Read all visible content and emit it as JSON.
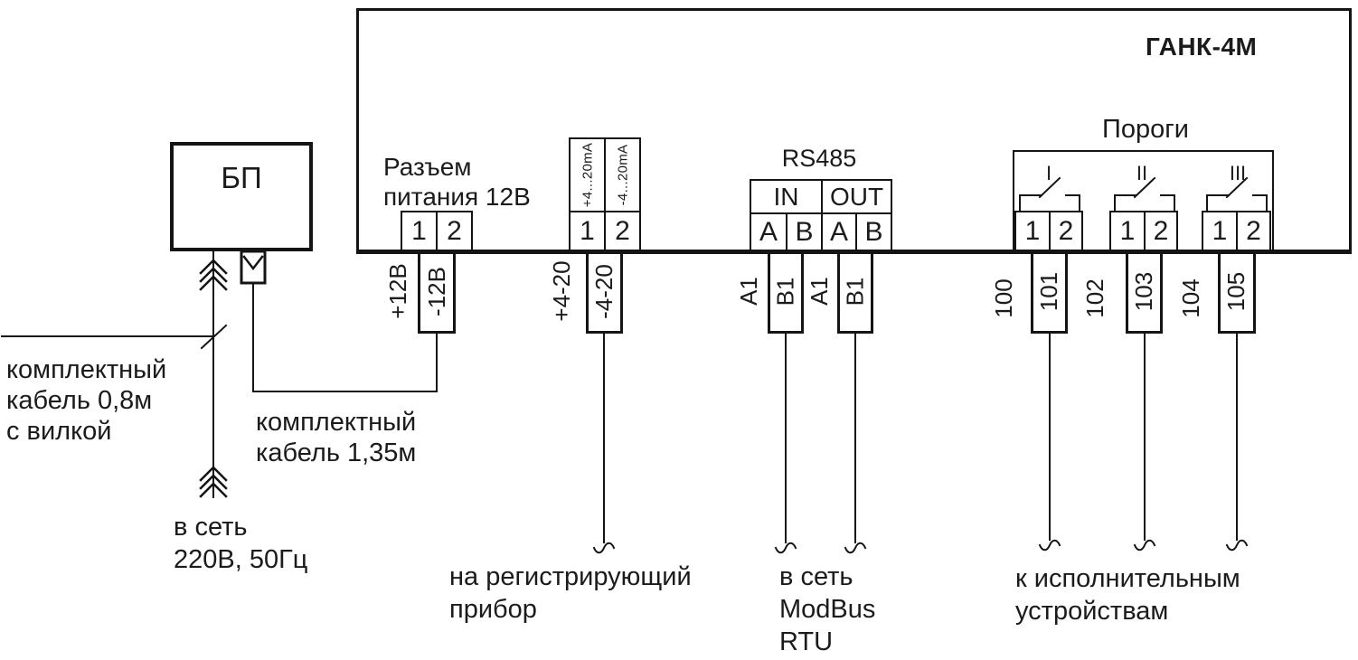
{
  "device": {
    "title": "ГАНК-4М"
  },
  "psu": {
    "label": "БП"
  },
  "power_connector": {
    "title_lines": [
      "Разъем",
      "питания 12В"
    ],
    "terminals": [
      "1",
      "2"
    ],
    "wire_labels": {
      "plus": "+12В",
      "minus": "-12В"
    }
  },
  "analog_out": {
    "column_headers": [
      "+4...20mA",
      "-4...20mA"
    ],
    "terminals": [
      "1",
      "2"
    ],
    "wire_labels": {
      "plus": "+4-20",
      "minus": "-4-20"
    },
    "note_lines": [
      "на регистрирующий",
      "прибор"
    ]
  },
  "rs485": {
    "title": "RS485",
    "ports": [
      {
        "label": "IN"
      },
      {
        "label": "OUT"
      }
    ],
    "terminals": [
      "A",
      "B"
    ],
    "wire_labels": {
      "a": "A1",
      "b": "B1"
    },
    "note_lines": [
      "в сеть",
      "ModBus",
      "RTU"
    ]
  },
  "thresholds": {
    "title": "Пороги",
    "switch_labels": [
      "I",
      "II",
      "III"
    ],
    "terminals": [
      "1",
      "2"
    ],
    "wire_labels": [
      "100",
      "101",
      "102",
      "103",
      "104",
      "105"
    ],
    "note_lines": [
      "к исполнительным",
      "устройствам"
    ]
  },
  "mains": {
    "plug_cable_note_lines": [
      "комплектный",
      "кабель 0,8м",
      "с вилкой"
    ],
    "psu_cable_note_lines": [
      "комплектный",
      "кабель 1,35м"
    ],
    "supply_note_lines": [
      "в сеть",
      "220В, 50Гц"
    ]
  },
  "colors": {
    "line": "#141414",
    "text": "#1b1b1b",
    "background": "#ffffff"
  }
}
